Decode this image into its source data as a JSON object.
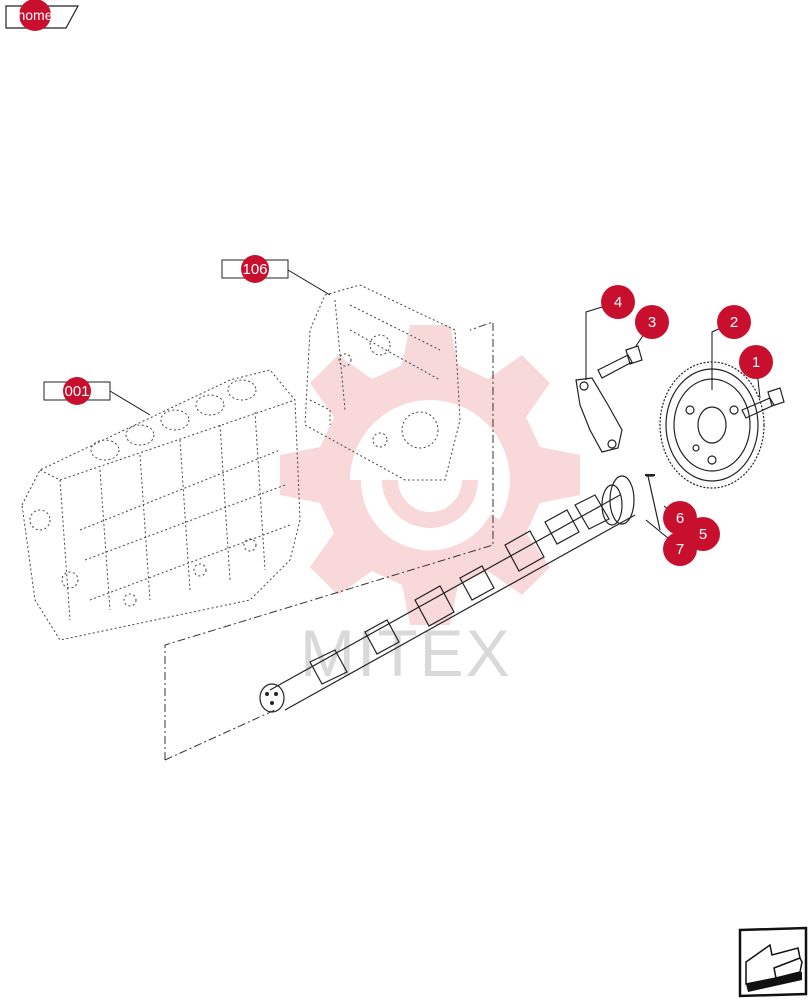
{
  "home_button": {
    "label": "home"
  },
  "watermark": {
    "text": "MITEX"
  },
  "reference_tags": [
    {
      "id": "ref-001",
      "label": "001"
    },
    {
      "id": "ref-106",
      "label": "106"
    }
  ],
  "callouts": [
    {
      "id": "callout-1",
      "label": "1"
    },
    {
      "id": "callout-2",
      "label": "2"
    },
    {
      "id": "callout-3",
      "label": "3"
    },
    {
      "id": "callout-4",
      "label": "4"
    },
    {
      "id": "callout-5",
      "label": "5"
    },
    {
      "id": "callout-6",
      "label": "6"
    },
    {
      "id": "callout-7",
      "label": "7"
    }
  ],
  "colors": {
    "callout": "#c8102e",
    "watermark": "#f3b9b9",
    "watermark_text": "#d9d9d9"
  },
  "icons": {
    "next_page": "arrow-next-icon",
    "watermark_logo": "gear-logo-icon"
  }
}
